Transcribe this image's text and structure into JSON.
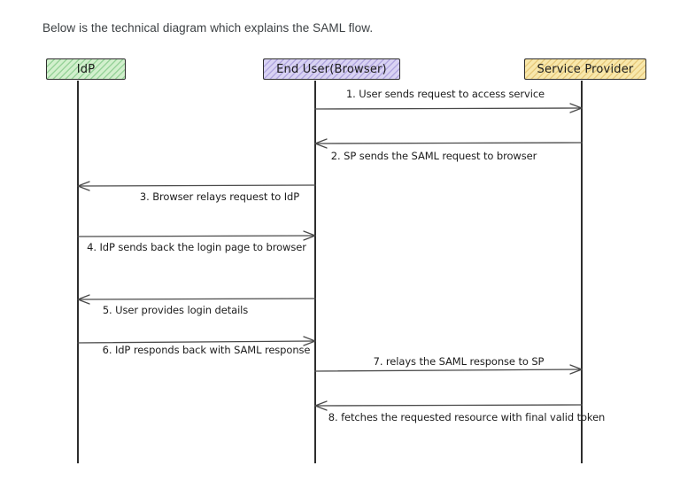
{
  "page": {
    "intro_text": "Below is the technical diagram which explains the SAML flow."
  },
  "diagram": {
    "type": "sequence-diagram",
    "style": "hand-drawn",
    "actors": [
      {
        "id": "idp",
        "label": "IdP",
        "fill": "#d2f0cd",
        "stripe": "#40a84d",
        "border": "#2f2f2f"
      },
      {
        "id": "browser",
        "label": "End User(Browser)",
        "fill": "#d9d3f3",
        "stripe": "#6a56be",
        "border": "#2f2f2f"
      },
      {
        "id": "sp",
        "label": "Service Provider",
        "fill": "#f8e8ac",
        "stripe": "#cd9b32",
        "border": "#2f2f2f"
      }
    ],
    "line_color": "#1a1a1a",
    "arrow_color": "#4a4a4a",
    "messages": [
      {
        "step": 1,
        "label": "1. User sends request to access service",
        "from": "End User(Browser)",
        "to": "Service Provider",
        "label_position": "above"
      },
      {
        "step": 2,
        "label": "2. SP sends the SAML request to browser",
        "from": "Service Provider",
        "to": "End User(Browser)",
        "label_position": "below"
      },
      {
        "step": 3,
        "label": "3. Browser relays request to IdP",
        "from": "End User(Browser)",
        "to": "IdP",
        "label_position": "below"
      },
      {
        "step": 4,
        "label": "4. IdP sends back the login page to browser",
        "from": "IdP",
        "to": "End User(Browser)",
        "label_position": "below"
      },
      {
        "step": 5,
        "label": "5. User provides login details",
        "from": "End User(Browser)",
        "to": "IdP",
        "label_position": "below"
      },
      {
        "step": 6,
        "label": "6. IdP responds back with SAML response",
        "from": "IdP",
        "to": "End User(Browser)",
        "label_position": "below"
      },
      {
        "step": 7,
        "label": "7. relays the SAML response to SP",
        "from": "End User(Browser)",
        "to": "Service Provider",
        "label_position": "above"
      },
      {
        "step": 8,
        "label": "8. fetches the requested resource with final valid token",
        "from": "Service Provider",
        "to": "End User(Browser)",
        "label_position": "below"
      }
    ]
  }
}
